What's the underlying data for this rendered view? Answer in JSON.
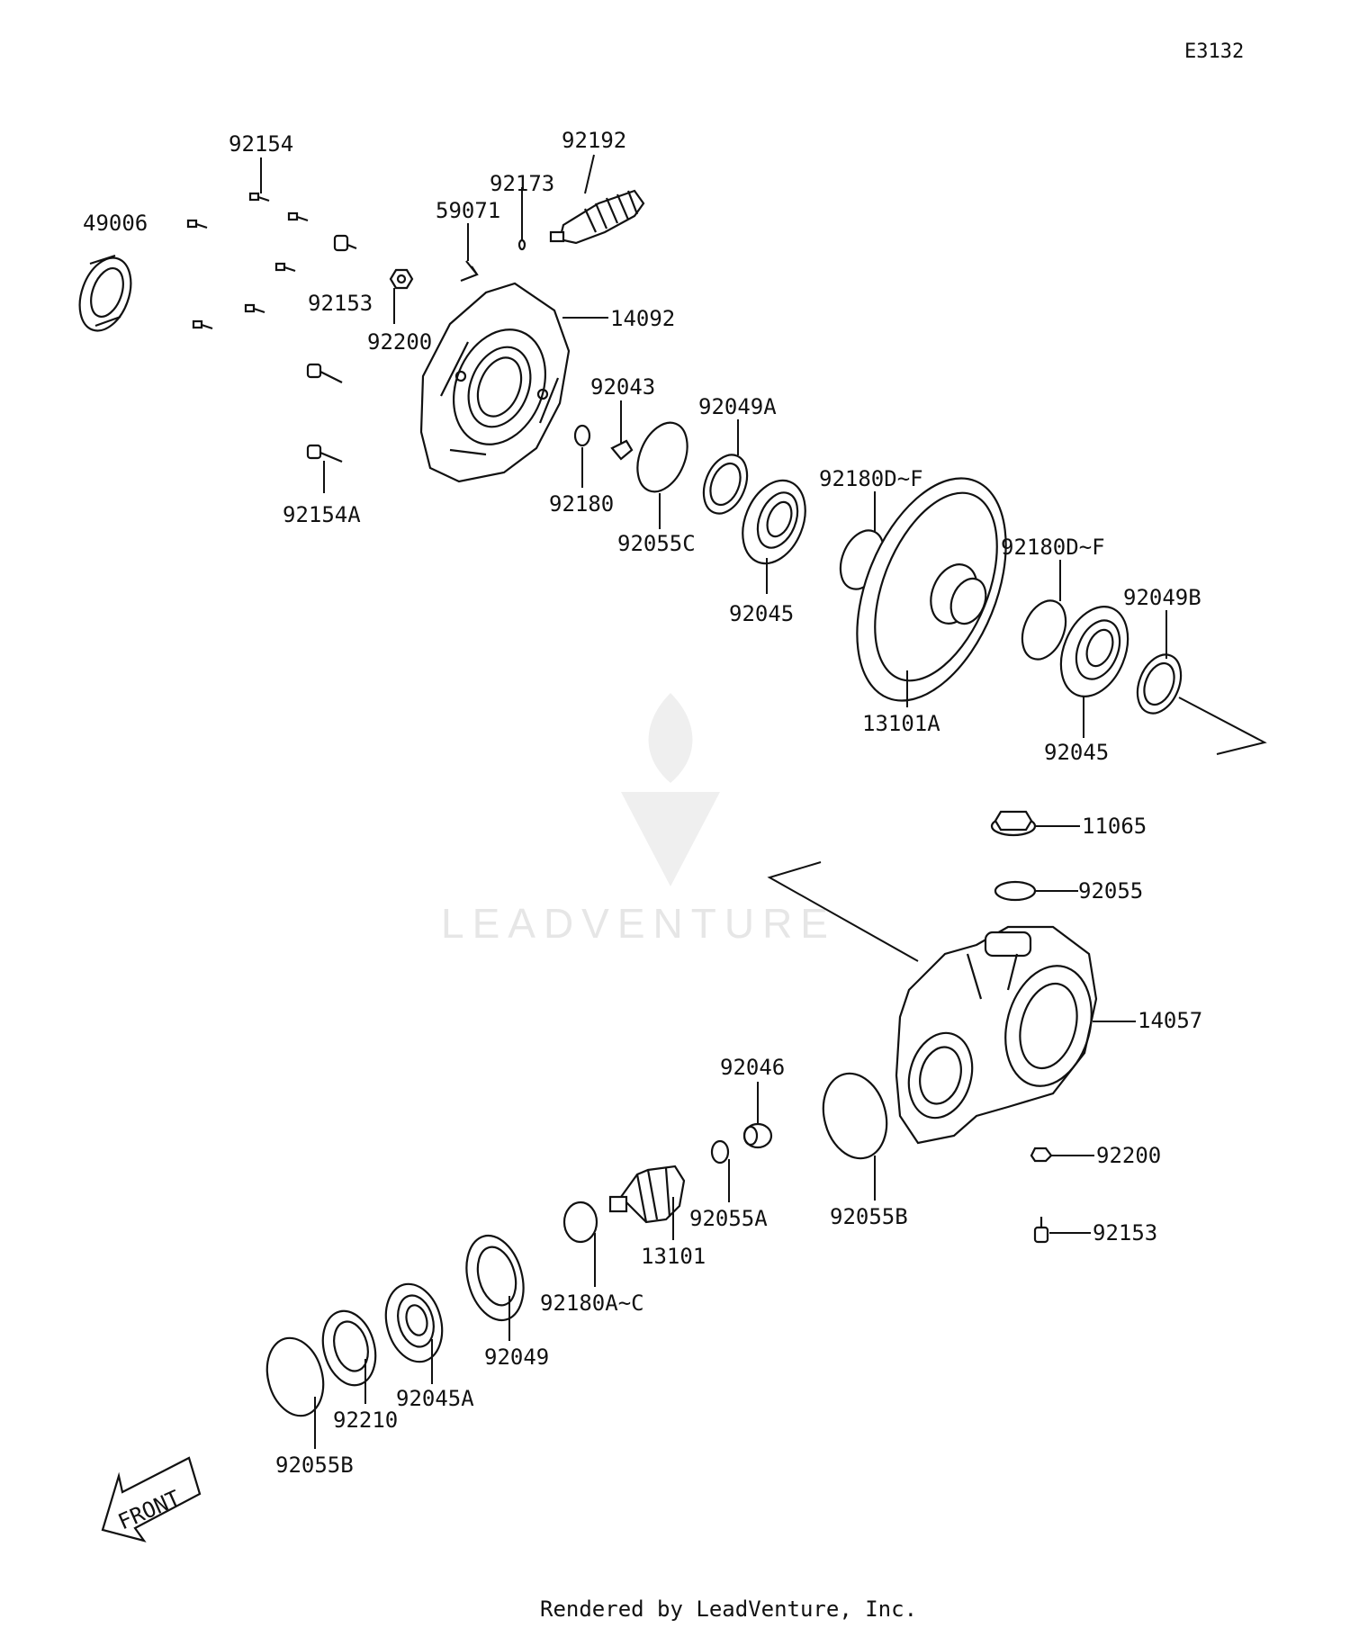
{
  "diagram_code": "E3132",
  "footer": "Rendered by LeadVenture, Inc.",
  "watermark": "LEADVENTURE",
  "front_arrow_label": "FRONT",
  "labels": {
    "p49006": "49006",
    "p92154": "92154",
    "p92153_top": "92153",
    "p92200_top": "92200",
    "p59071": "59071",
    "p92173": "92173",
    "p92192": "92192",
    "p14092": "14092",
    "p92154A": "92154A",
    "p92043": "92043",
    "p92180": "92180",
    "p92055C": "92055C",
    "p92049A": "92049A",
    "p92045_a": "92045",
    "p92180DF_a": "92180D~F",
    "p13101A": "13101A",
    "p92180DF_b": "92180D~F",
    "p92049B": "92049B",
    "p92045_b": "92045",
    "p11065": "11065",
    "p92055": "92055",
    "p14057": "14057",
    "p92046": "92046",
    "p92055A": "92055A",
    "p92055B_a": "92055B",
    "p92200_b": "92200",
    "p92153_b": "92153",
    "p13101": "13101",
    "p92180AC": "92180A~C",
    "p92049": "92049",
    "p92045A": "92045A",
    "p92210": "92210",
    "p92055B_b": "92055B"
  }
}
